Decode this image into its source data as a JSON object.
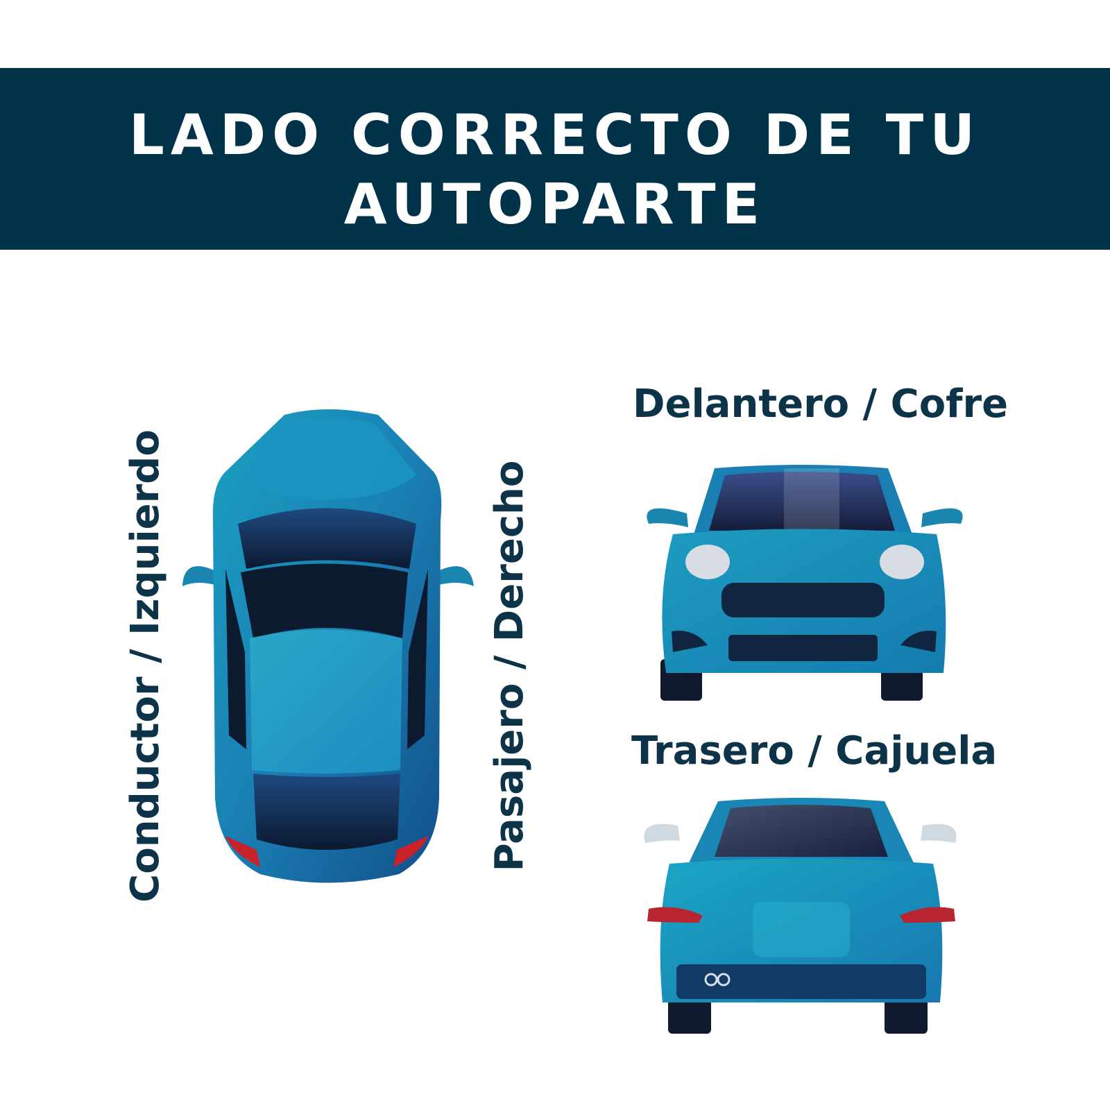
{
  "banner": {
    "title_line1": "LADO CORRECTO DE TU",
    "title_line2": "AUTOPARTE"
  },
  "top_view": {
    "left_label": "Conductor / Izquierdo",
    "right_label": "Pasajero / Derecho"
  },
  "front_view": {
    "label": "Delantero / Cofre"
  },
  "rear_view": {
    "label": "Trasero / Cajuela"
  },
  "colors": {
    "banner": "#00324a",
    "text": "#0d3349",
    "car_body": "#1b8bb5",
    "car_dark": "#0f2540",
    "tail_light": "#c8222b"
  }
}
